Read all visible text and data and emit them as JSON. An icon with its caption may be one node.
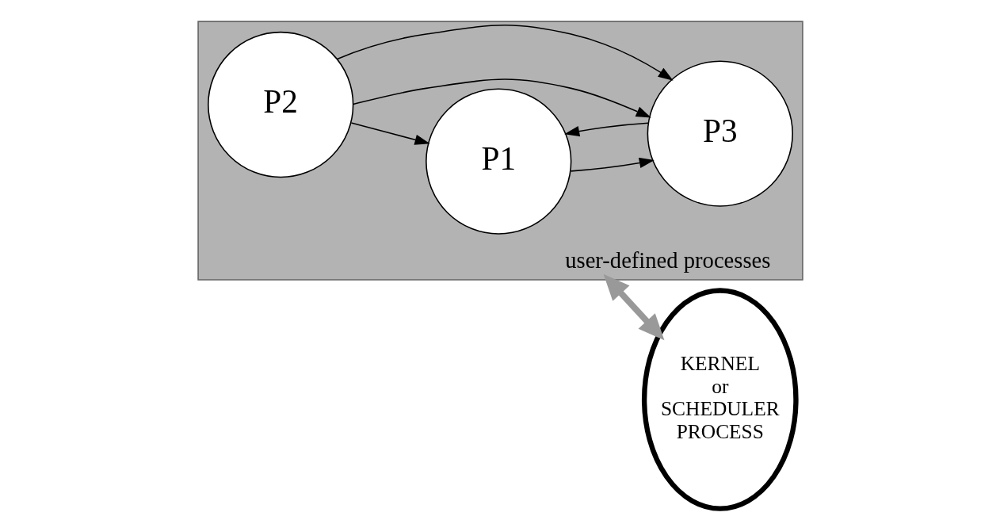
{
  "diagram": {
    "nodes": [
      {
        "text": [
          "user-defined processes"
        ]
      },
      {
        "text": [
          "P1"
        ],
        "in": 0
      },
      {
        "text": [
          "P2"
        ],
        "in": 0
      },
      {
        "text": [
          "P3"
        ],
        "in": 0
      },
      {
        "text": [
          "KERNEL or SCHEDULER PROCESS"
        ]
      }
    ],
    "edges": [
      {
        "from": 2,
        "to": 1,
        "arrow": "to"
      },
      {
        "from": 1,
        "to": 3,
        "arrow": "to"
      },
      {
        "from": 2,
        "to": 3,
        "arrow": "to"
      },
      {
        "from": 3,
        "to": 1,
        "arrow": "to"
      },
      {
        "from": 2,
        "to": 3,
        "arrow": "to"
      },
      {
        "from": 0,
        "to": 4,
        "arrow": "both",
        "style": "thick",
        "color": "#999999"
      }
    ]
  }
}
